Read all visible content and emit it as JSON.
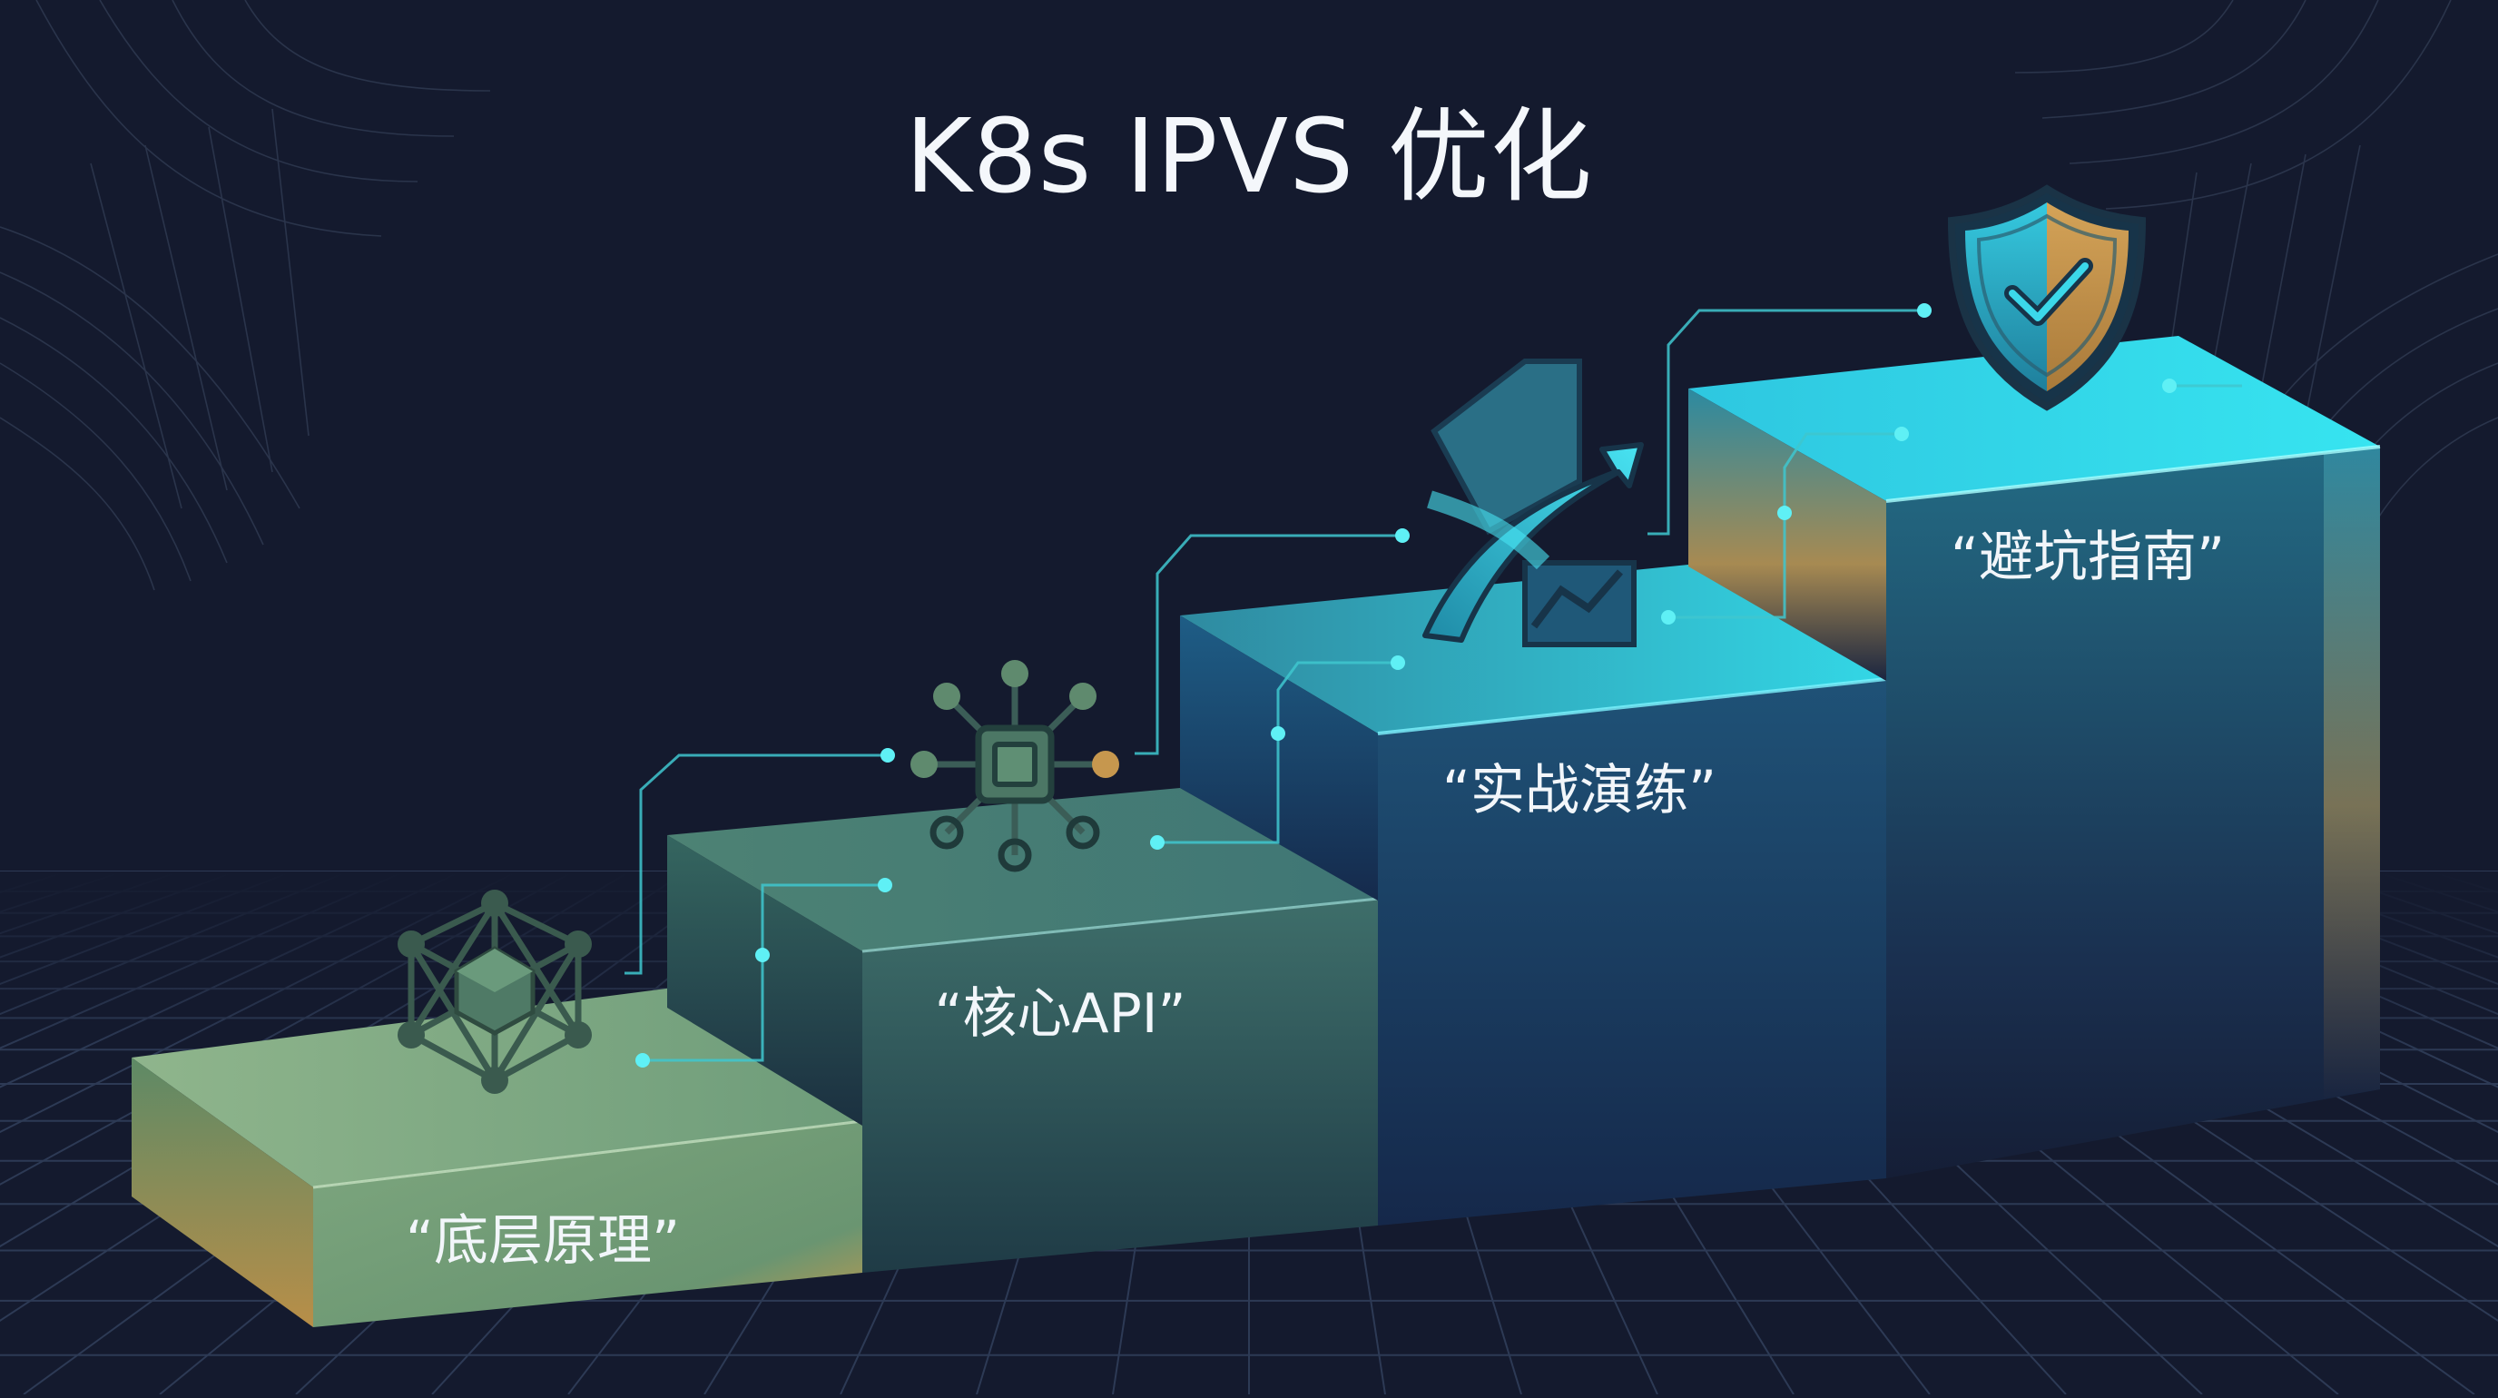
{
  "title": "K8s IPVS 优化",
  "steps": [
    {
      "label": "“底层原理”",
      "icon": "network-node-icon"
    },
    {
      "label": "“核心API”",
      "icon": "chip-hub-icon"
    },
    {
      "label": "“实战演练”",
      "icon": "growth-arrow-icon"
    },
    {
      "label": "“避坑指南”",
      "icon": "shield-check-icon"
    }
  ],
  "colors": {
    "background": "#141a2e",
    "accent_cyan": "#2fd8e8",
    "step1": "#6f9a76",
    "step2": "#3d6d6a",
    "step3": "#1d4f73",
    "step4": "#1d5f7e",
    "highlight_orange": "#c69848"
  }
}
